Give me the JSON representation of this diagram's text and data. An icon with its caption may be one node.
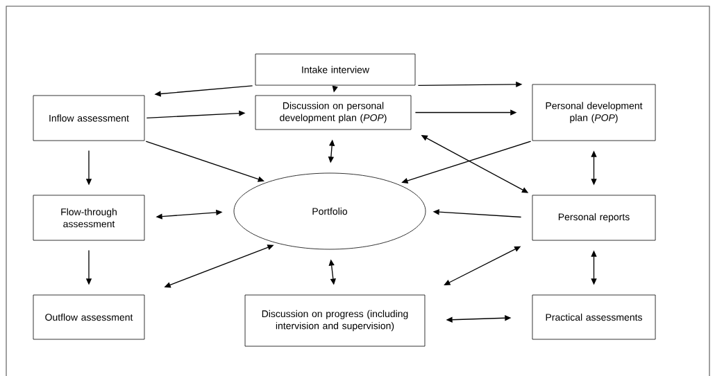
{
  "diagram": {
    "nodes": [
      {
        "text": [
          "Intake interview"
        ]
      },
      {
        "text": [
          "Inflow assessment"
        ]
      },
      {
        "text": [
          "Discussion on personal development plan (*POP*)"
        ]
      },
      {
        "text": [
          "Personal development plan (*POP*)"
        ]
      },
      {
        "text": [
          "Flow-through assessment"
        ]
      },
      {
        "text": [
          "Portfolio"
        ]
      },
      {
        "text": [
          "Personal reports"
        ]
      },
      {
        "text": [
          "Outflow assessment"
        ]
      },
      {
        "text": [
          "Discussion on progress (including intervision and supervision)"
        ]
      },
      {
        "text": [
          "Practical assessments"
        ]
      }
    ],
    "edges": [
      {
        "from": 0,
        "to": 1,
        "arrow": "to"
      },
      {
        "from": 0,
        "to": 2,
        "arrow": "to"
      },
      {
        "from": 0,
        "to": 3,
        "arrow": "to"
      },
      {
        "from": 1,
        "to": 2,
        "arrow": "to"
      },
      {
        "from": 2,
        "to": 3,
        "arrow": "to"
      },
      {
        "from": 1,
        "to": 5,
        "arrow": "to"
      },
      {
        "from": 2,
        "to": 5,
        "arrow": "both"
      },
      {
        "from": 3,
        "to": 5,
        "arrow": "to"
      },
      {
        "from": 2,
        "to": 6,
        "arrow": "both"
      },
      {
        "from": 3,
        "to": 6,
        "arrow": "both"
      },
      {
        "from": 1,
        "to": 4,
        "arrow": "to"
      },
      {
        "from": 4,
        "to": 5,
        "arrow": "both"
      },
      {
        "from": 6,
        "to": 5,
        "arrow": "to"
      },
      {
        "from": 4,
        "to": 7,
        "arrow": "to"
      },
      {
        "from": 7,
        "to": 5,
        "arrow": "both"
      },
      {
        "from": 5,
        "to": 8,
        "arrow": "both"
      },
      {
        "from": 8,
        "to": 6,
        "arrow": "both"
      },
      {
        "from": 6,
        "to": 9,
        "arrow": "both"
      },
      {
        "from": 8,
        "to": 9,
        "arrow": "both"
      }
    ]
  }
}
